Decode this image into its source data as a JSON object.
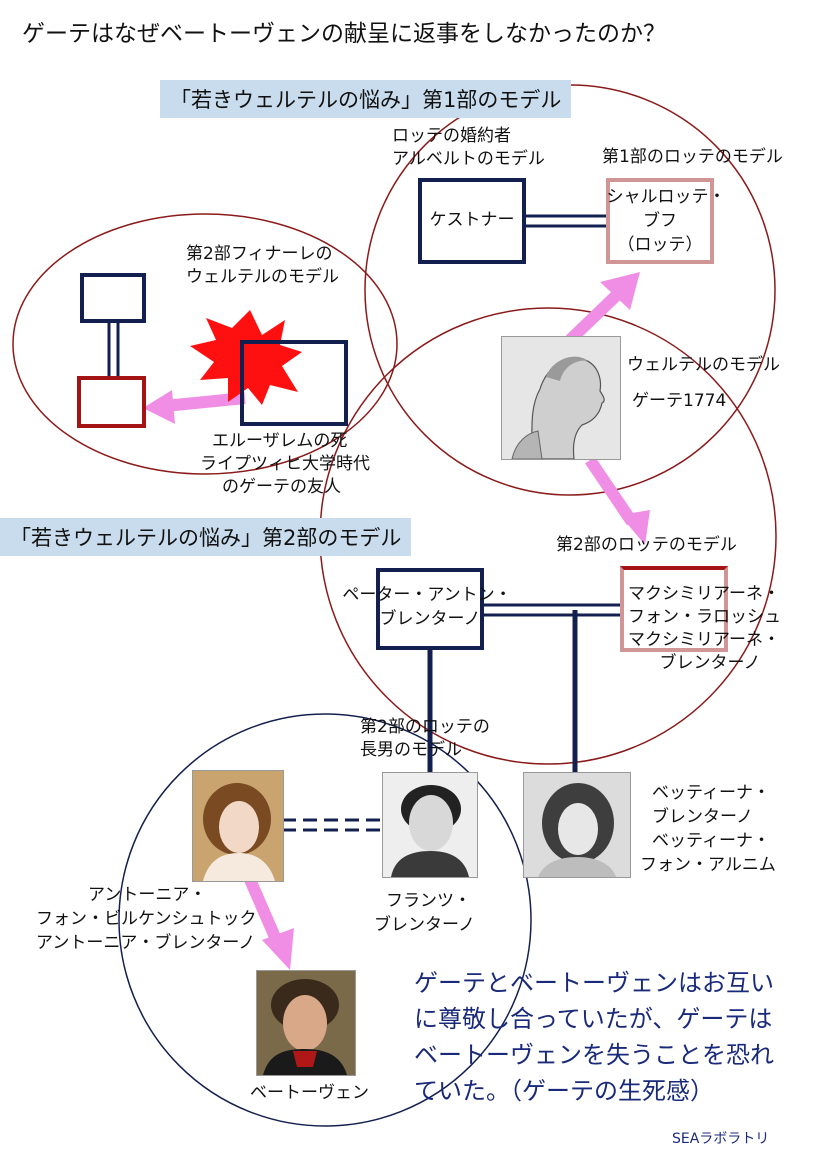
{
  "title": "ゲーテはなぜベートーヴェンの献呈に返事をしなかったのか？",
  "part1": {
    "banner": "「若きウェルテルの悩み」第1部のモデル",
    "fiance_label_1": "ロッテの婚約者",
    "fiance_label_2": "アルベルトのモデル",
    "lotte1_label": "第1部のロッテのモデル",
    "kestner": "ケストナー",
    "charlotte_1": "シャルロッテ・",
    "charlotte_2": "ブフ",
    "charlotte_3": "（ロッテ）"
  },
  "finale": {
    "label_1": "第2部フィナーレの",
    "label_2": "ウェルテルのモデル",
    "jerusalem_1": "エルーザレムの死",
    "jerusalem_2": "ライプツィヒ大学時代",
    "jerusalem_3": "のゲーテの友人"
  },
  "werther": {
    "label": "ウェルテルのモデル",
    "goethe": "ゲーテ1774"
  },
  "part2": {
    "banner": "「若きウェルテルの悩み」第2部のモデル",
    "lotte2_label": "第2部のロッテのモデル",
    "peter_1": "ペーター・アントン・",
    "peter_2": "ブレンターノ",
    "maxi_1": "マクシミリアーネ・",
    "maxi_2": "フォン・ラロッシュ",
    "maxi_3": "マクシミリアーネ・",
    "maxi_4": "ブレンターノ",
    "son_label_1": "第2部のロッテの",
    "son_label_2": "長男のモデル"
  },
  "people": {
    "franz_1": "フランツ・",
    "franz_2": "ブレンターノ",
    "bettina_1": "ベッティーナ・",
    "bettina_2": "ブレンターノ",
    "bettina_3": "ベッティーナ・",
    "bettina_4": "フォン・アルニム",
    "antonie_1": "アントーニア・",
    "antonie_2": "フォン・ビルケンシュトック",
    "antonie_3": "アントーニア・ブレンターノ",
    "beethoven": "ベートーヴェン"
  },
  "conclusion": {
    "line_1": "ゲーテとベートーヴェンはお互い",
    "line_2": "に尊敬し合っていたが、ゲーテは",
    "line_3": "ベートーヴェンを失うことを恐れ",
    "line_4": "ていた。（ゲーテの生死感）"
  },
  "credit": "SEAラボラトリ",
  "colors": {
    "navy": "#13204f",
    "circle_red": "#8b1a1a",
    "pink_arrow": "#f08ee6",
    "banner_bg": "#c9dced",
    "text_blue": "#1a2a7a"
  }
}
